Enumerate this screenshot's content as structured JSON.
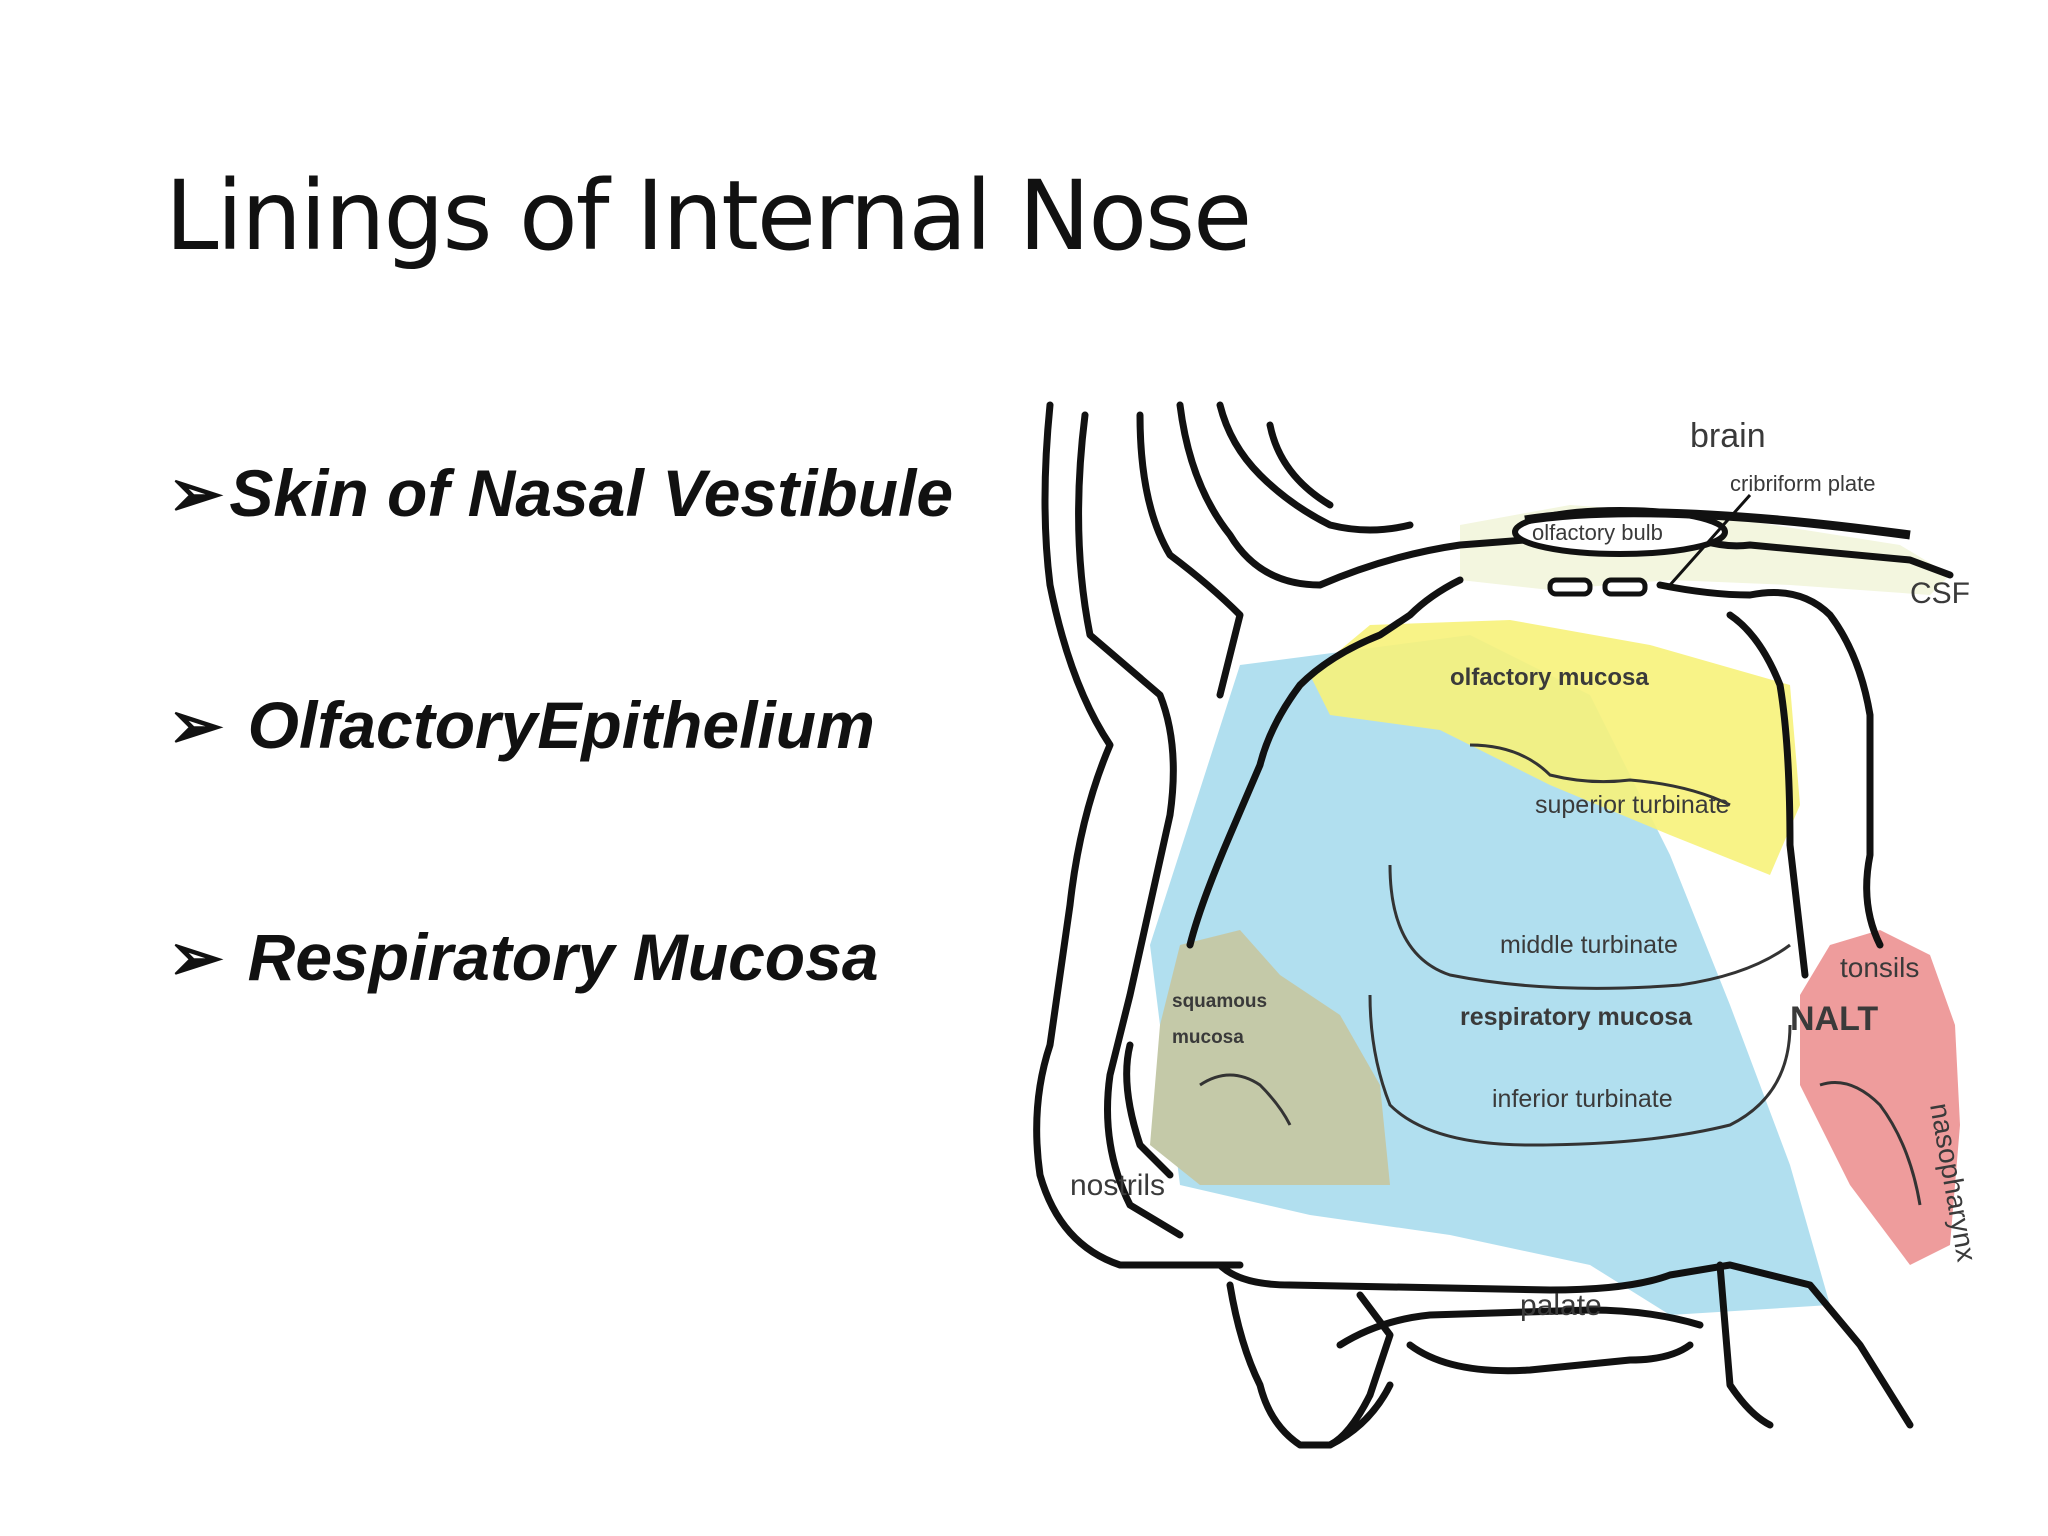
{
  "slide": {
    "title": "Linings of Internal Nose",
    "bullets": [
      {
        "marker": "➢",
        "text": "Skin of Nasal Vestibule"
      },
      {
        "marker": "➢",
        "text": "OlfactoryEpithelium"
      },
      {
        "marker": "➢",
        "text": "Respiratory Mucosa"
      }
    ]
  },
  "diagram": {
    "labels": {
      "brain": "brain",
      "cribriform_plate": "cribriform plate",
      "olfactory_bulb": "olfactory bulb",
      "csf": "CSF",
      "olfactory_mucosa": "olfactory mucosa",
      "superior_turbinate": "superior turbinate",
      "middle_turbinate": "middle turbinate",
      "tonsils": "tonsils",
      "squamous": "squamous",
      "mucosa": "mucosa",
      "respiratory_mucosa": "respiratory mucosa",
      "nalt": "NALT",
      "inferior_turbinate": "inferior turbinate",
      "nasopharynx": "nasopharynx",
      "nostrils": "nostrils",
      "palate": "palate"
    },
    "colors": {
      "olfactory": "#f7f27a",
      "respiratory": "#a9dced",
      "squamous": "#c4c9a8",
      "nalt": "#ee9c9c",
      "bone": "#f3f6df",
      "outline": "#111111"
    }
  }
}
